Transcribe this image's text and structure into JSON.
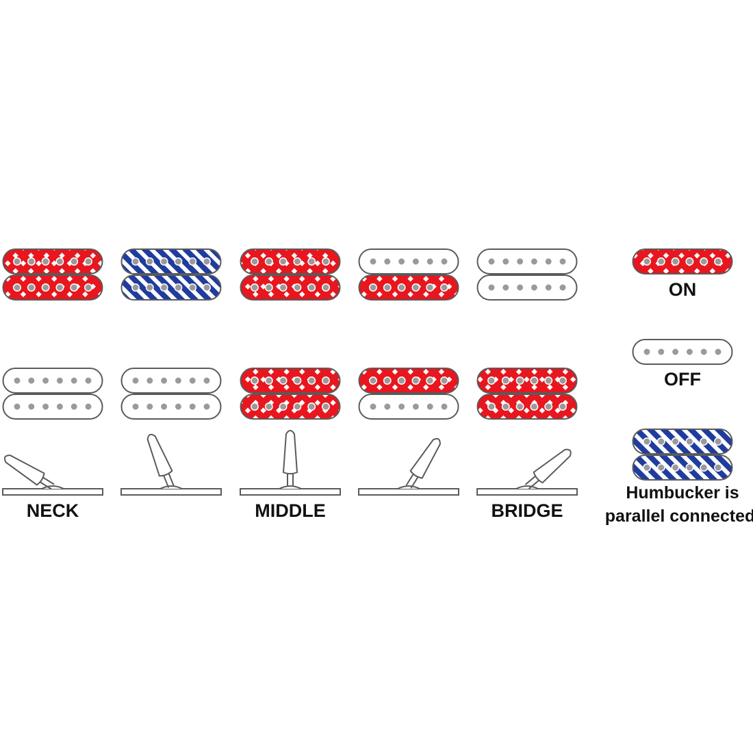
{
  "colors": {
    "on": "#e8161e",
    "parallel": "#1f3c9e",
    "off": "#ffffff",
    "outline": "#5a5a5a",
    "pole": "#9a9a9a"
  },
  "positions": [
    {
      "label": "NECK",
      "top": [
        "on",
        "on"
      ],
      "bottom": [
        "off",
        "off"
      ],
      "lever": "neck"
    },
    {
      "label": "",
      "top": [
        "parallel",
        "parallel"
      ],
      "bottom": [
        "off",
        "off"
      ],
      "lever": "neck-middle"
    },
    {
      "label": "MIDDLE",
      "top": [
        "on",
        "on"
      ],
      "bottom": [
        "on",
        "on"
      ],
      "lever": "middle"
    },
    {
      "label": "",
      "top": [
        "off",
        "on"
      ],
      "bottom": [
        "on",
        "off"
      ],
      "lever": "middle-bridge"
    },
    {
      "label": "BRIDGE",
      "top": [
        "off",
        "off"
      ],
      "bottom": [
        "on",
        "on"
      ],
      "lever": "bridge"
    }
  ],
  "legend": {
    "on_label": "ON",
    "off_label": "OFF",
    "parallel_label_line1": "Humbucker is",
    "parallel_label_line2": "parallel connected."
  }
}
